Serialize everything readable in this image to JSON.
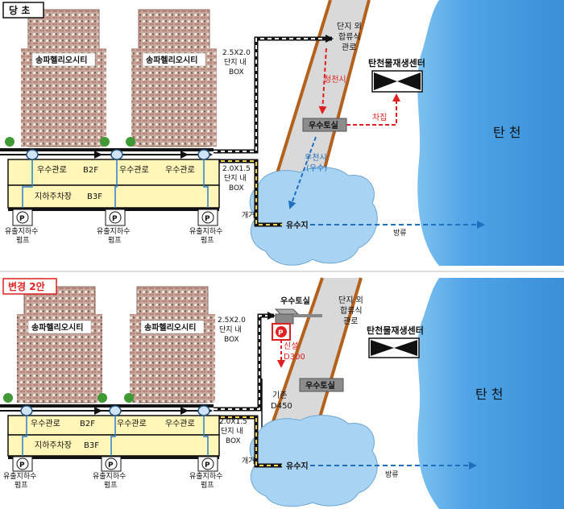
{
  "panels": [
    {
      "tag": "당 초",
      "tower_labels": [
        "송파헬리오시티",
        "송파헬리오시티"
      ],
      "storm_pipe_labels": [
        "우수관로",
        "우수관로",
        "우수관로"
      ],
      "floor_b2": "B2F",
      "floor_b3": "B3F",
      "parking_label": "지하주차장",
      "pump_symbol": "P",
      "pump_label_line1": "유출지하수",
      "pump_label_line2": "펌프",
      "box_upper_line1": "2.5X2.0",
      "box_upper_line2": "단지 내",
      "box_upper_line3": "BOX",
      "box_lower_line1": "2.0X1.5",
      "box_lower_line2": "단지 내",
      "box_lower_line3": "BOX",
      "combined_sewer_line1": "단지 외",
      "combined_sewer_line2": "합류식",
      "combined_sewer_line3": "관로",
      "treatment_center": "탄천물재생센터",
      "clear_weather": "청천시",
      "intercept": "차집",
      "storm_chamber": "우수토실",
      "rain_line1": "우천시",
      "rain_line2": "(우수)",
      "culvert": "개거",
      "detention_pond": "유수지",
      "discharge": "방류",
      "river": "탄 천"
    },
    {
      "tag": "변경 2안",
      "tower_labels": [
        "송파헬리오시티",
        "송파헬리오시티"
      ],
      "storm_pipe_labels": [
        "우수관로",
        "우수관로",
        "우수관로"
      ],
      "floor_b2": "B2F",
      "floor_b3": "B3F",
      "parking_label": "지하주차장",
      "pump_symbol": "P",
      "pump_label_line1": "유출지하수",
      "pump_label_line2": "펌프",
      "box_upper_line1": "2.5X2.0",
      "box_upper_line2": "단지 내",
      "box_upper_line3": "BOX",
      "box_lower_line1": "2.0X1.5",
      "box_lower_line2": "단지 내",
      "box_lower_line3": "BOX",
      "combined_sewer_line1": "단지 외",
      "combined_sewer_line2": "합류식",
      "combined_sewer_line3": "관로",
      "treatment_center": "탄천물재생센터",
      "new_chamber": "우수토실",
      "new_pipe_line1": "신설",
      "new_pipe_line2": "D300",
      "existing_pipe_line1": "기존",
      "existing_pipe_line2": "D450",
      "storm_chamber": "우수토실",
      "culvert": "개거",
      "detention_pond": "유수지",
      "discharge": "방류",
      "river": "탄 천"
    }
  ],
  "colors": {
    "river": "#4fa3e6",
    "pond": "#a9d3f2",
    "sewer_band": "#d9d9d9",
    "sewer_edge": "#b3611d",
    "deck": "#fff6b8",
    "clear_flow": "#e02020",
    "rain_flow": "#2a7fd0",
    "tag_new": "#e02020"
  }
}
